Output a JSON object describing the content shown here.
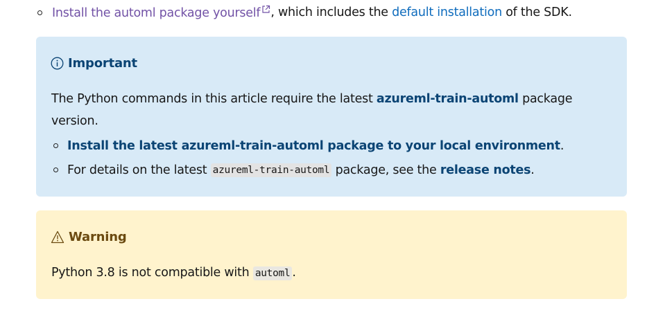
{
  "top_item": {
    "link_text": "Install the automl package yourself",
    "link_icon": "external-link-icon",
    "middle_text": ", which includes the ",
    "link2_text": "default installation",
    "end_text": " of the SDK."
  },
  "important": {
    "icon": "info-icon",
    "title": "Important",
    "para_before": "The Python commands in this article require the latest ",
    "para_strong": "azureml-train-automl",
    "para_after": " package version.",
    "items": [
      {
        "link_text": "Install the latest azureml-train-automl package to your local environment",
        "after": "."
      },
      {
        "before": "For details on the latest ",
        "code": "azureml-train-automl",
        "middle": " package, see the ",
        "link_text": "release notes",
        "after": "."
      }
    ]
  },
  "warning": {
    "icon": "warning-triangle-icon",
    "title": "Warning",
    "text_before": "Python 3.8 is not compatible with ",
    "code": "automl",
    "text_after": "."
  },
  "colors": {
    "visited_link": "#7252a6",
    "link": "#0f6cbd",
    "important_bg": "#d8eaf7",
    "important_title": "#0b4474",
    "warning_bg": "#fff3cd",
    "warning_title": "#6b4a10"
  }
}
